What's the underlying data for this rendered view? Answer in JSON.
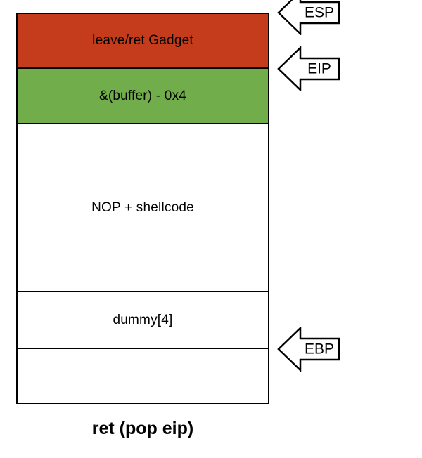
{
  "diagram": {
    "caption": "ret (pop eip)",
    "stack": {
      "segments": [
        {
          "label": "leave/ret Gadget",
          "color": "#c53c1d"
        },
        {
          "label": "&(buffer) - 0x4",
          "color": "#71ad4a"
        },
        {
          "label": "NOP + shellcode",
          "color": "#ffffff"
        },
        {
          "label": "dummy[4]",
          "color": "#ffffff"
        },
        {
          "label": "",
          "color": "#ffffff"
        }
      ]
    },
    "pointers": [
      {
        "label": "ESP"
      },
      {
        "label": "EIP"
      },
      {
        "label": "EBP"
      }
    ],
    "colors": {
      "outline": "#000000",
      "gadget_red": "#c53c1d",
      "buffer_green": "#71ad4a"
    }
  }
}
